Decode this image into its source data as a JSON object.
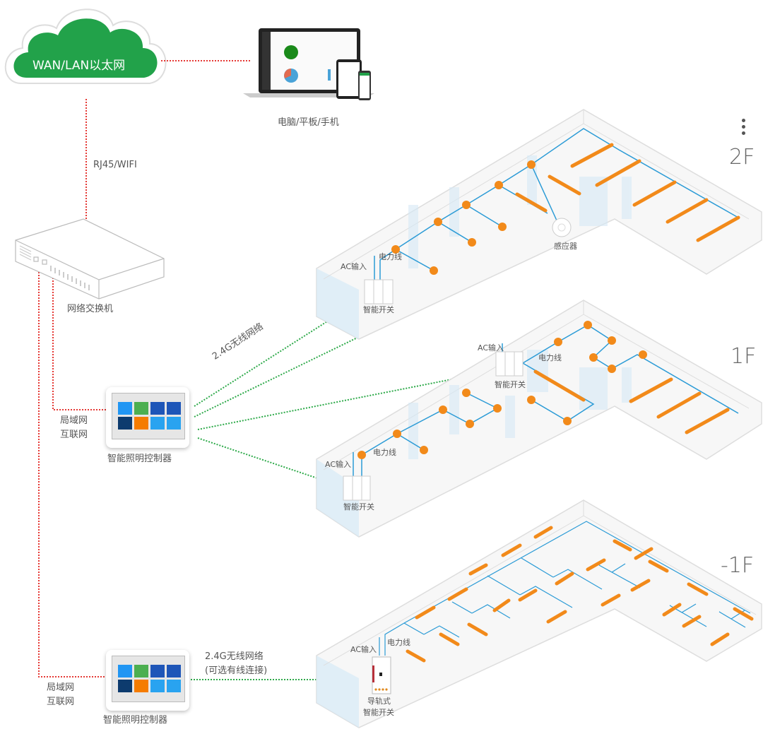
{
  "cloud": {
    "label": "WAN/LAN以太网",
    "color": "#22a24a"
  },
  "devices": {
    "label": "电脑/平板/手机"
  },
  "link_cloud_switch": {
    "label": "RJ45/WIFI"
  },
  "switch": {
    "label": "网络交换机"
  },
  "controller_top": {
    "label": "智能照明控制器",
    "side_label_line1": "局域网",
    "side_label_line2": "互联网",
    "tile_colors": [
      "#2196f3",
      "#4caf50",
      "#1e56b8",
      "#1e56b8",
      "#0d3b6e",
      "#f57c00",
      "#29a3f0",
      "#29a3f0"
    ]
  },
  "controller_bottom": {
    "label": "智能照明控制器",
    "side_label_line1": "局域网",
    "side_label_line2": "互联网",
    "tile_colors": [
      "#2196f3",
      "#4caf50",
      "#1e56b8",
      "#1e56b8",
      "#0d3b6e",
      "#f57c00",
      "#29a3f0",
      "#29a3f0"
    ]
  },
  "wireless_top": {
    "label": "2.4G无线网络"
  },
  "wireless_bottom": {
    "line1": "2.4G无线网络",
    "line2": "(可选有线连接)"
  },
  "floors": {
    "f2": {
      "name": "2F",
      "ac_label": "AC输入",
      "power_label": "电力线",
      "switch_label": "智能开关",
      "sensor_label": "感应器"
    },
    "f1": {
      "name": "1F",
      "ac_label_a": "AC输入",
      "power_label_a": "电力线",
      "switch_label_a": "智能开关",
      "ac_label_b": "AC输入",
      "power_label_b": "电力线",
      "switch_label_b": "智能开关"
    },
    "b1": {
      "name": "-1F",
      "ac_label": "AC输入",
      "power_label": "电力线",
      "switch_label_line1": "导轨式",
      "switch_label_line2": "智能开关"
    }
  },
  "more_floors_indicator": "more-floors-ellipsis",
  "colors": {
    "ethernet_link": "#e53935",
    "wireless_link": "#2eaa4a",
    "power_line": "#2b9bd6",
    "light": "#f28a1a",
    "wall": "#d8d8d8",
    "glass": "#d6e9f6"
  }
}
